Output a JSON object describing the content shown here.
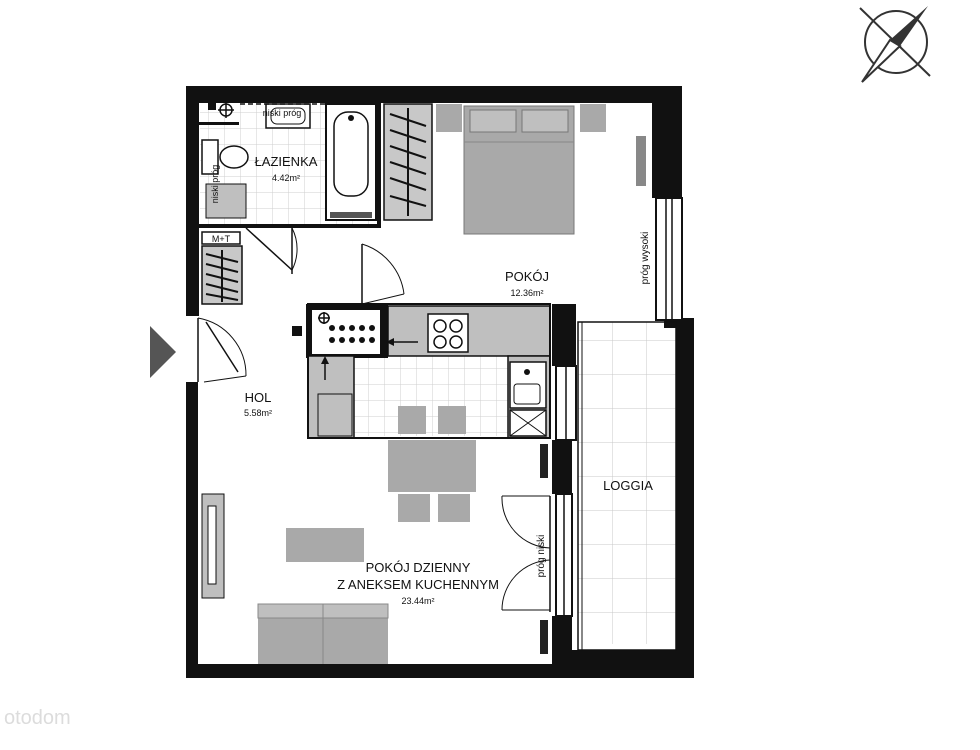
{
  "rooms": {
    "bathroom": {
      "name": "ŁAZIENKA",
      "area": "4.42m²"
    },
    "bedroom": {
      "name": "POKÓJ",
      "area": "12.36m²"
    },
    "hall": {
      "name": "HOL",
      "area": "5.58m²"
    },
    "living": {
      "name_line1": "POKÓJ DZIENNY",
      "name_line2": "Z ANEKSEM KUCHENNYM",
      "area": "23.44m²"
    },
    "loggia": {
      "name": "LOGGIA"
    }
  },
  "thresholds": {
    "bath_top": "niski próg",
    "bath_side": "niski próg",
    "bedroom": "próg wysoki",
    "loggia": "próg niski"
  },
  "fixtures": {
    "meter_label": "M+T"
  },
  "watermark": "otodom",
  "icons": {
    "compass": "compass-icon",
    "entrance": "entrance-arrow-icon"
  },
  "colors": {
    "wall": "#111111",
    "furniture": "#a9a9a9",
    "furniture_light": "#bfbfbf",
    "tile": "#c8c8c8"
  }
}
